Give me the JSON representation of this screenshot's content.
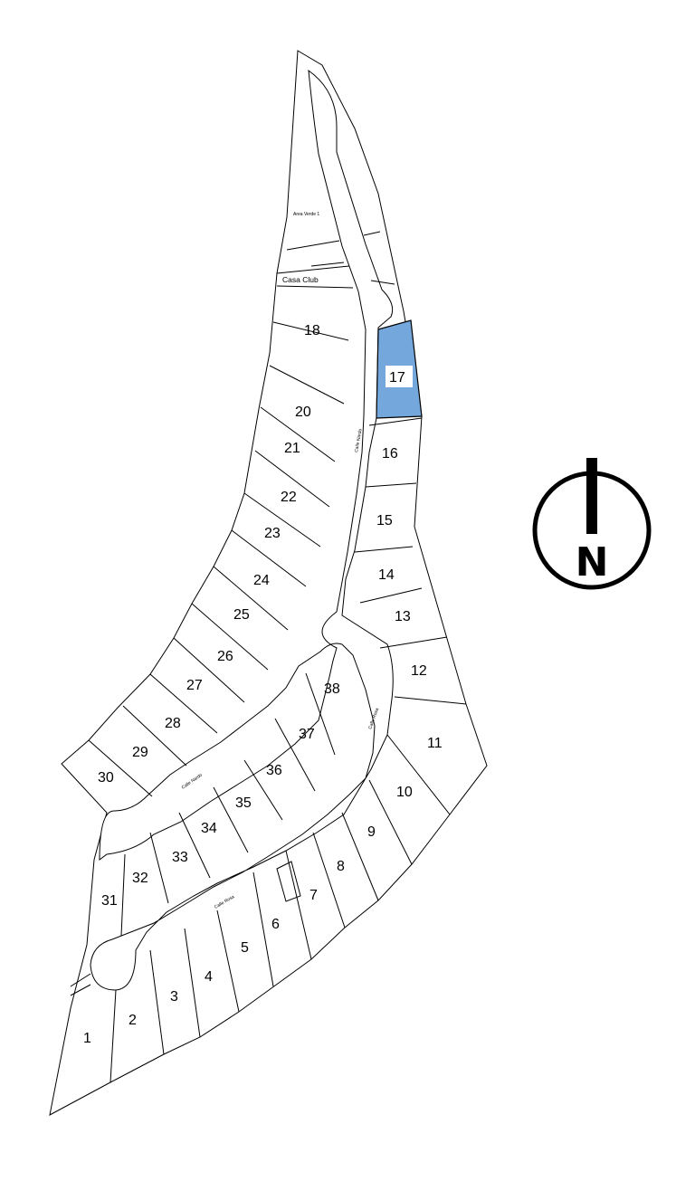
{
  "map": {
    "highlighted_lot": "17",
    "highlight_color": "#74a7dc",
    "lots": [
      "1",
      "2",
      "3",
      "4",
      "5",
      "6",
      "7",
      "8",
      "9",
      "10",
      "11",
      "12",
      "13",
      "14",
      "15",
      "16",
      "17",
      "18",
      "20",
      "21",
      "22",
      "23",
      "24",
      "25",
      "26",
      "27",
      "28",
      "29",
      "30",
      "31",
      "32",
      "33",
      "34",
      "35",
      "36",
      "37",
      "38"
    ],
    "areas": {
      "green_area": "Area Verde 1",
      "club_house": "Casa Club"
    },
    "streets": [
      "Calle Nardo",
      "Calle Nardo",
      "Calle Rosa",
      "Calle Rosa"
    ],
    "compass": {
      "icon": "north-arrow-icon",
      "letter": "N"
    }
  }
}
